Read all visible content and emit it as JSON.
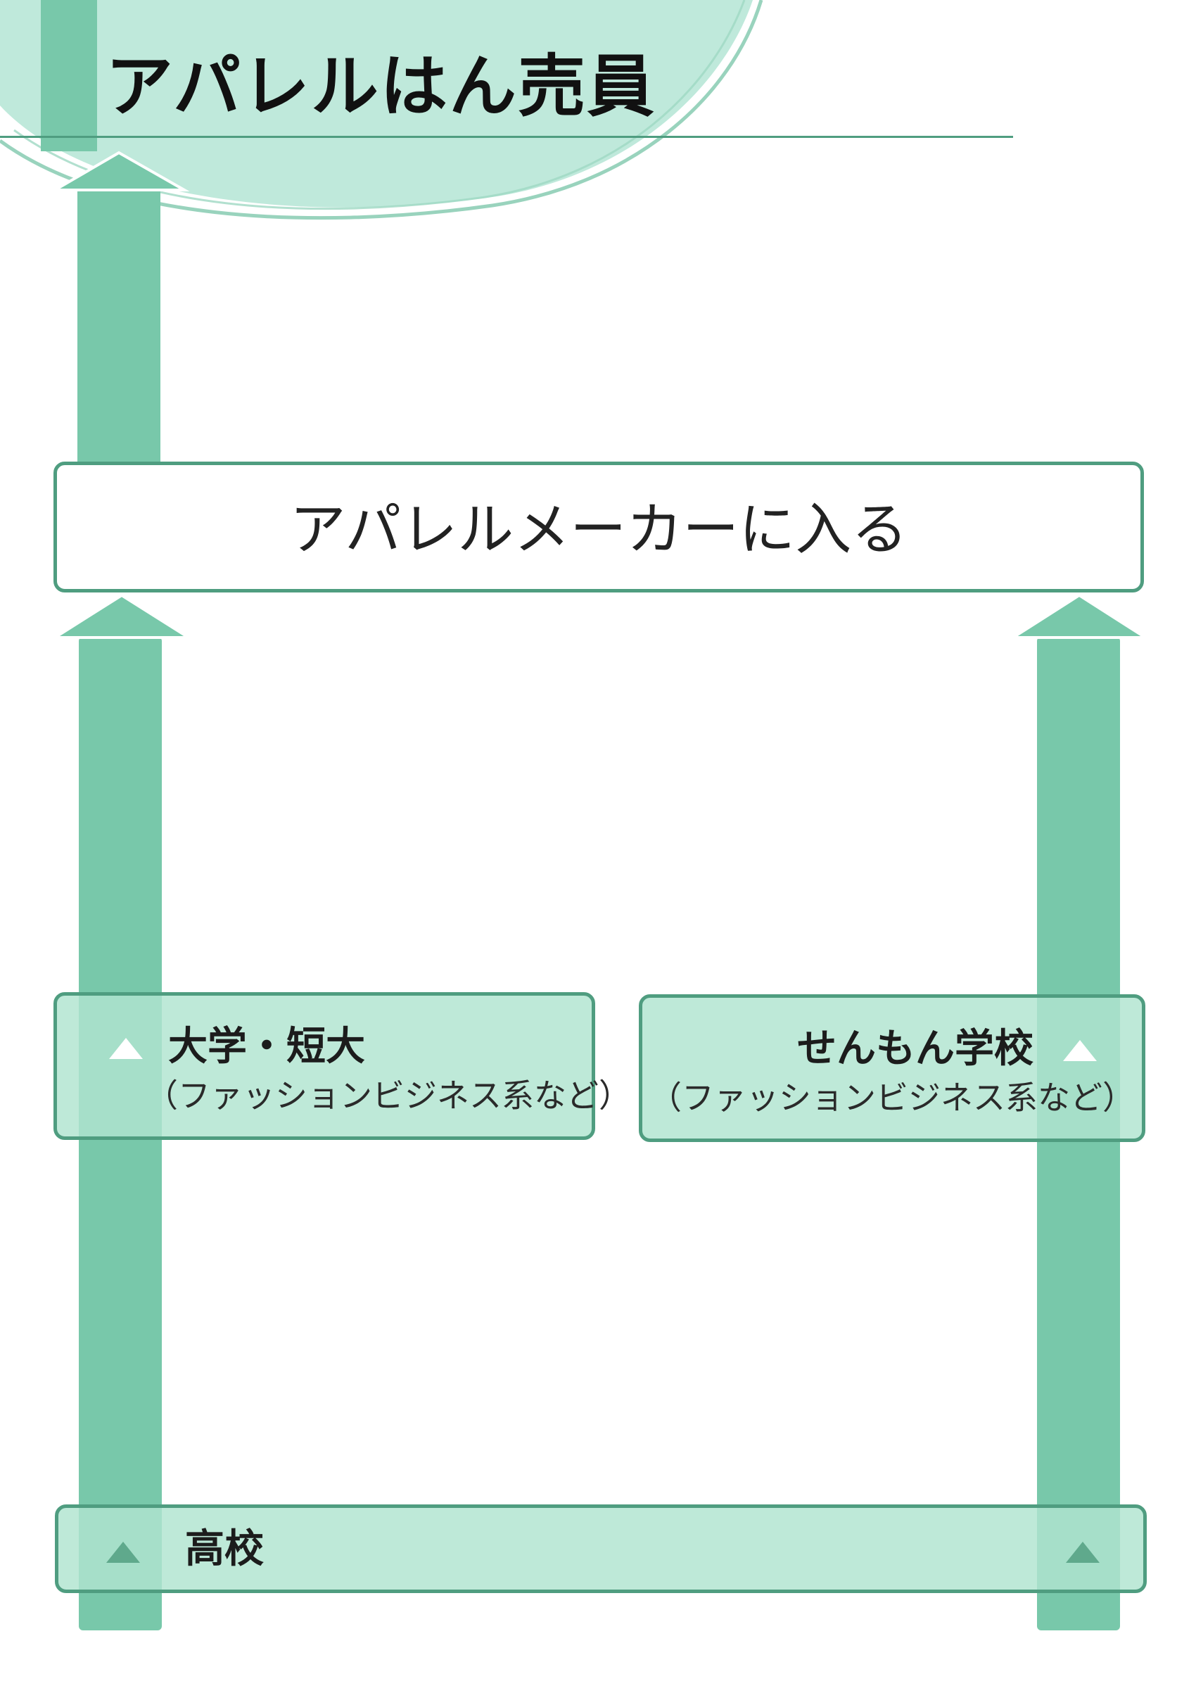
{
  "title": "アパレルはん売員",
  "top_box": {
    "label": "アパレルメーカーに入る"
  },
  "left_box": {
    "name": "大学・短大",
    "note": "（ファッションビジネス系など）"
  },
  "right_box": {
    "name": "せんもん学校",
    "note": "（ファッションビジネス系など）"
  },
  "bottom_box": {
    "label": "高校"
  },
  "icons": {
    "box_marker": "triangle-up-icon",
    "flow_arrow": "arrow-up-icon"
  },
  "colors": {
    "arrow": "#78c8aa",
    "box_fill": "#b9e8d7",
    "box_border": "#4f9d80",
    "header_circle": "#bfe9db",
    "text": "#222222"
  }
}
